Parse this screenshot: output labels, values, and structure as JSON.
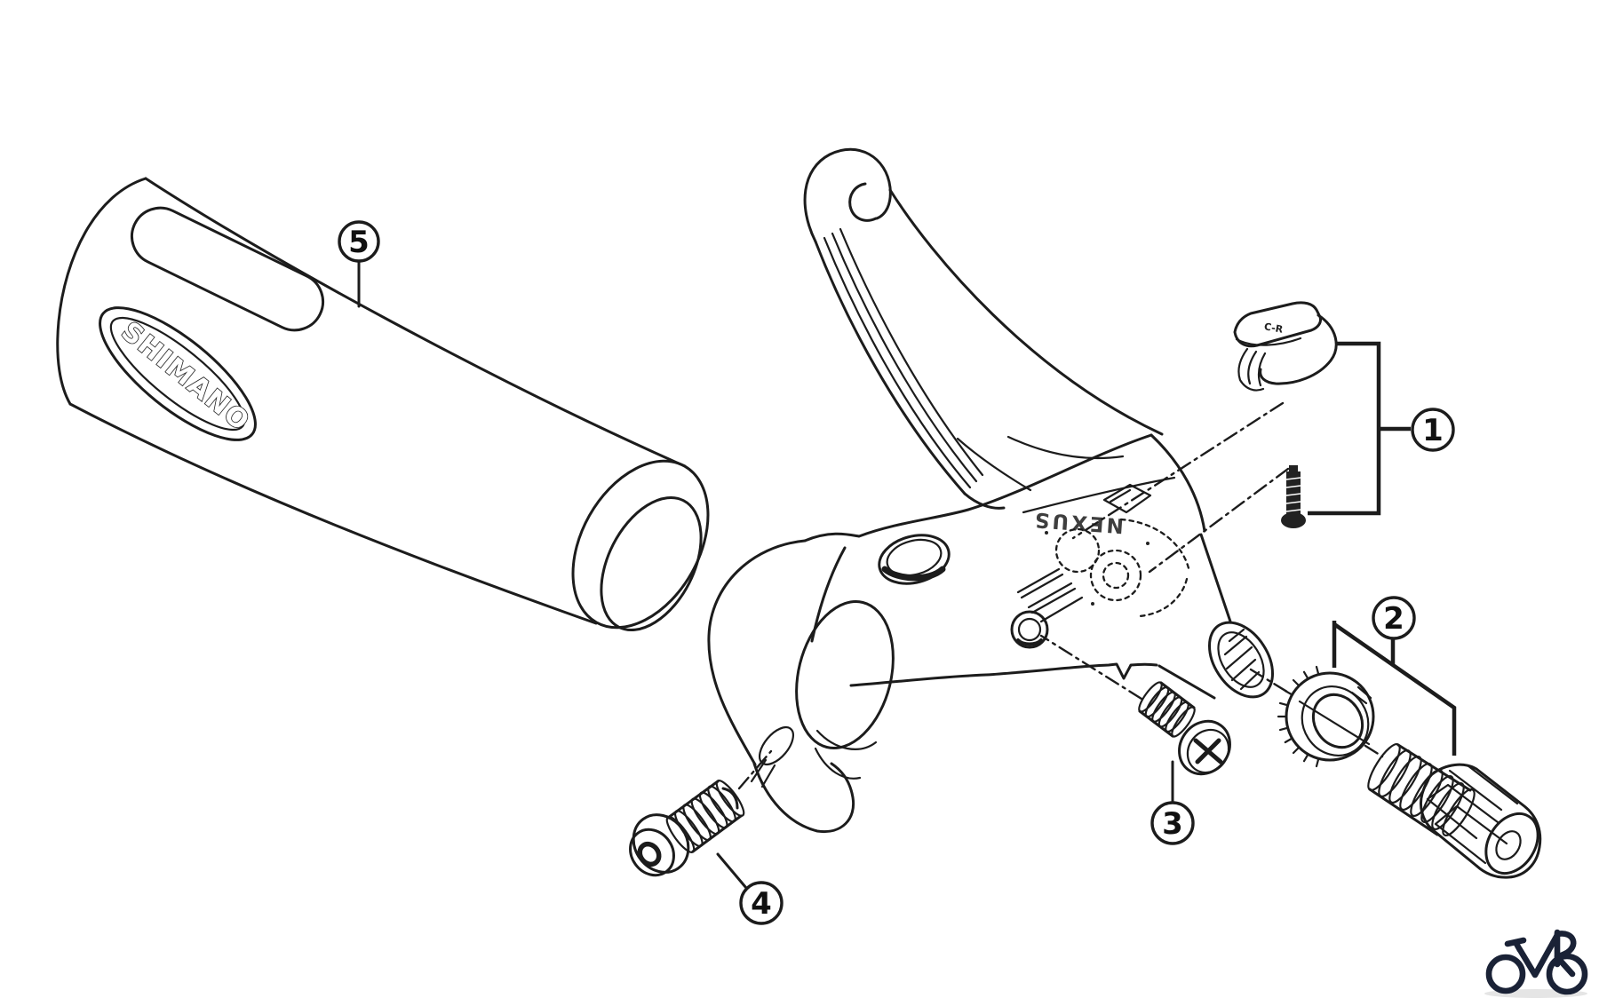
{
  "diagram": {
    "type": "exploded-parts-diagram",
    "subject": "Shimano Nexus brake lever and grip assembly",
    "background_color": "#ffffff",
    "line_color": "#1c1c1c",
    "logo_color": "#1a2236",
    "grip_brand_label": "SHIMANO",
    "body_model_label": "NEXUS",
    "release_lever_label": "C-R",
    "callouts": [
      {
        "num": "1"
      },
      {
        "num": "2"
      },
      {
        "num": "3"
      },
      {
        "num": "4"
      },
      {
        "num": "5"
      }
    ]
  }
}
